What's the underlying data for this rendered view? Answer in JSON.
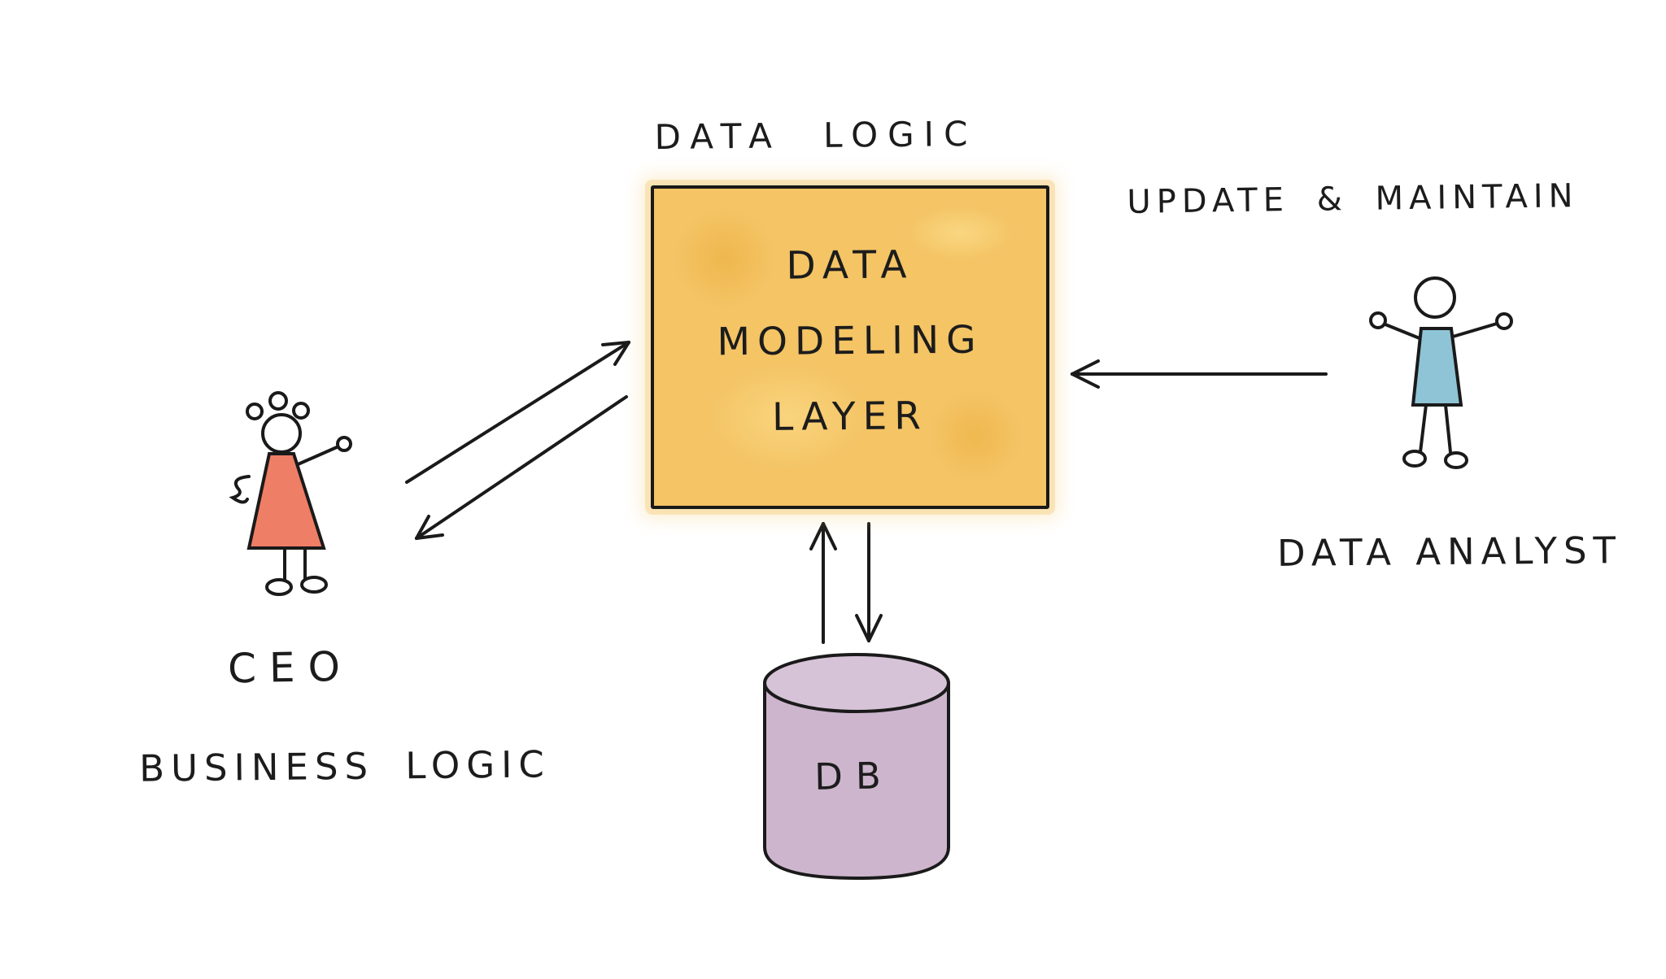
{
  "diagram": {
    "title": "DATA LOGIC",
    "modeling_box": {
      "lines": [
        "DATA",
        "MODELING",
        "LAYER"
      ]
    },
    "labels": {
      "update_maintain": "UPDATE & MAINTAIN",
      "data_analyst": "DATA ANALYST",
      "ceo": "CEO",
      "business_logic": "BUSINESS LOGIC",
      "db": "DB"
    },
    "colors": {
      "box_fill": "#f4c465",
      "box_stroke": "#191919",
      "db_body_fill": "#ccb5cd",
      "db_top_fill": "#d7c3d7",
      "analyst_shirt": "#8ec4d6",
      "ceo_dress": "#ef7e66",
      "ink": "#1a1a1a"
    }
  }
}
